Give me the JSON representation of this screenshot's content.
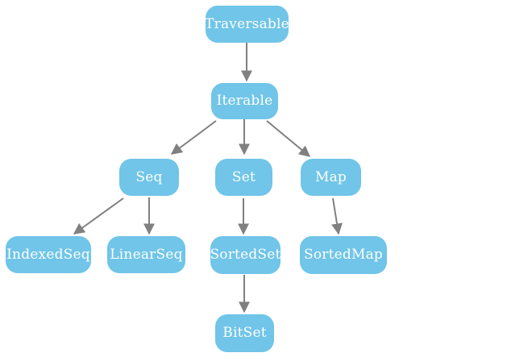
{
  "diagram": {
    "nodes": [
      {
        "id": "traversable",
        "label": "Traversable"
      },
      {
        "id": "iterable",
        "label": "Iterable"
      },
      {
        "id": "seq",
        "label": "Seq"
      },
      {
        "id": "set",
        "label": "Set"
      },
      {
        "id": "map",
        "label": "Map"
      },
      {
        "id": "indexedseq",
        "label": "IndexedSeq"
      },
      {
        "id": "linearseq",
        "label": "LinearSeq"
      },
      {
        "id": "sortedset",
        "label": "SortedSet"
      },
      {
        "id": "sortedmap",
        "label": "SortedMap"
      },
      {
        "id": "bitset",
        "label": "BitSet"
      }
    ],
    "edges": [
      {
        "from": "Traversable",
        "to": "Iterable"
      },
      {
        "from": "Iterable",
        "to": "Seq"
      },
      {
        "from": "Iterable",
        "to": "Set"
      },
      {
        "from": "Iterable",
        "to": "Map"
      },
      {
        "from": "Seq",
        "to": "IndexedSeq"
      },
      {
        "from": "Seq",
        "to": "LinearSeq"
      },
      {
        "from": "Set",
        "to": "SortedSet"
      },
      {
        "from": "Map",
        "to": "SortedMap"
      },
      {
        "from": "SortedSet",
        "to": "BitSet"
      }
    ],
    "colors": {
      "node_fill": "#70C5E8",
      "node_text": "#FFFFFF",
      "edge": "#808080",
      "background": "#FFFFFF"
    }
  }
}
